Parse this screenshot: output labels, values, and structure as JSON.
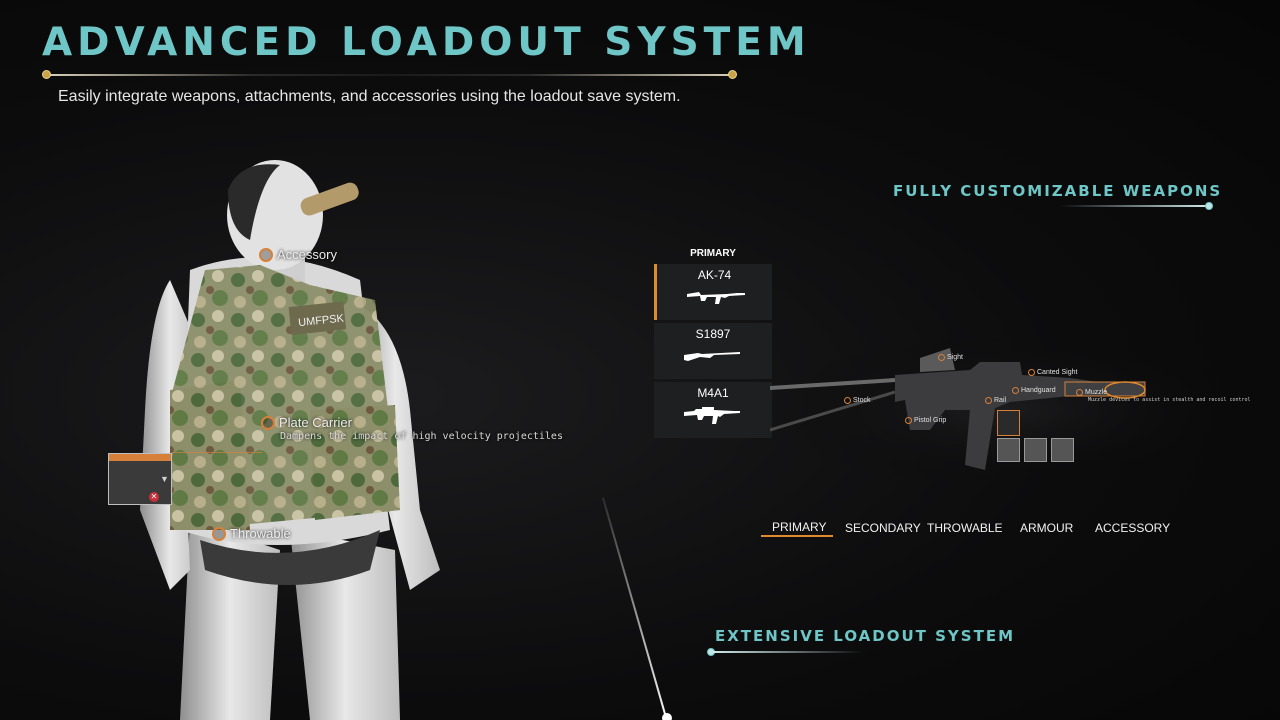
{
  "header": {
    "title": "ADVANCED LOADOUT SYSTEM",
    "subtitle": "Easily integrate weapons, attachments, and accessories using the loadout save system."
  },
  "sections": {
    "weapons": "FULLY CUSTOMIZABLE WEAPONS",
    "loadout": "EXTENSIVE LOADOUT SYSTEM"
  },
  "character": {
    "callouts": {
      "accessory": "Accessory",
      "plate_carrier": "Plate Carrier",
      "plate_carrier_desc": "Dampens the impact of high velocity projectiles",
      "throwable": "Throwable"
    },
    "vest_patch": "UMFPSK"
  },
  "weapon_list": {
    "category": "PRIMARY",
    "items": [
      "AK-74",
      "S1897",
      "M4A1"
    ],
    "selected": "AK-74"
  },
  "weapon_preview": {
    "attachments": {
      "sight": "Sight",
      "canted_sight": "Canted Sight",
      "handguard": "Handguard",
      "muzzle": "Muzzle",
      "muzzle_desc": "Muzzle devices to assist in stealth and recoil control",
      "stock": "Stock",
      "rail": "Rail",
      "pistol_grip": "Pistol Grip"
    }
  },
  "tabs": {
    "items": [
      "PRIMARY",
      "SECONDARY",
      "THROWABLE",
      "ARMOUR",
      "ACCESSORY"
    ],
    "active": "PRIMARY"
  },
  "colors": {
    "accent_teal": "#6fc6c6",
    "accent_orange": "#e08a2e",
    "gold_dot": "#c9a34a",
    "background": "#0a0a0b"
  }
}
